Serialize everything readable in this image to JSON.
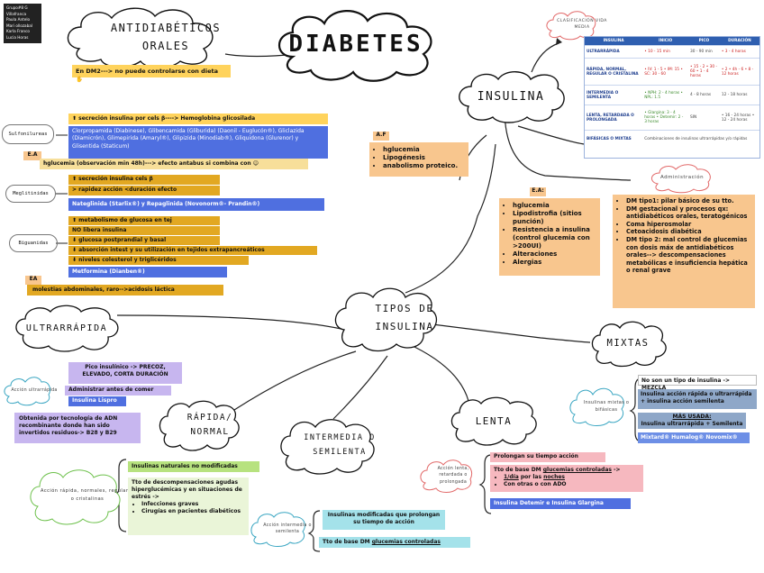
{
  "authors": [
    "Grupo#8 G",
    "Villafranca",
    "Paula Antelo",
    "Mari ollozabal",
    "Karla Franco",
    "Lucia Horas"
  ],
  "title": "DIABETES",
  "antidiabeticos": {
    "title": "ANTIDIABÉTICOS ORALES",
    "note": "En DM2---> no puede controlarse con dieta"
  },
  "sulfonilureas": {
    "label": "Sulfonilureas",
    "mechanism": "secreción insulina por cels β----> Hemoglobina glicosilada",
    "drugs": "Clorpropamida (Diabinese), Glibencamida (Gliburida) (Daonil - Euglucón®), Gliclazida (Diamicrón), Glimepirida (Amaryl®), Glipizida (Minodiab®), Gliquidona (Glurenor) y Glisentida (Staticum)",
    "ea_tag": "E.A",
    "ea": "hglucemia (observación min 48h)---> efecto antabus si combina con"
  },
  "meglitinidas": {
    "label": "Meglitinidas",
    "item1": "secreción insulina cels β",
    "item2": "> rapidez acción <duración efecto",
    "drugs": "Nateglinida (Starlix®) y Repaglinida (Novonorm®- Prandin®)"
  },
  "biguanidas": {
    "label": "Biguanidas",
    "item1": "metabolismo de glucosa en tej",
    "item2": "NO libera insulina",
    "item3": "glucosa postprandial y basal",
    "item4": "absorción intest y su utilización en tejidos extrapancreáticos",
    "item5": "niveles colesterol y triglicéridos",
    "drugs": "Metformina (Dianben®)",
    "ea_tag": "EA",
    "ea": "molestias abdominales, raro-->acidosis láctica"
  },
  "insulina": {
    "title": "INSULINA",
    "table_caption": "CLASIFICACIÓN VIDA MEDIA",
    "af_tag": "A.F",
    "af_items": [
      "hglucemia",
      "Lipogénesis",
      "anabolismo proteico."
    ],
    "ea_tag": "E.A:",
    "ea_items": [
      "hglucemia",
      "Lipodistrofia (sitios punción)",
      "Resistencia a insulina (control glucemia con >200UI)",
      "Alteraciones",
      "Alergias"
    ],
    "admin_label": "Administración",
    "admin_items": [
      "DM tipo1: pilar básico de su tto.",
      "DM gestacional y procesos qx: antidiabéticos orales, teratogénicos",
      "Coma hiperosmolar",
      "Cetoacidosis diabética",
      "DM tipo 2: mal control de glucemias con dosis máx de antidiabéticos orales--> descompensaciones metabólicas e insuficiencia hepática o renal grave"
    ]
  },
  "table": {
    "headers": [
      "INSULINA",
      "INICIO",
      "PICO",
      "DURACIÓN"
    ],
    "rows": [
      [
        "ULTRARRÁPIDA",
        "• 10 - 15 min",
        "30 - 90 min",
        "• 3 - 4 horas"
      ],
      [
        "RÁPIDA, NORMAL, REGULAR O CRISTALINA",
        "• IV: 1 - 5 • IM: 15 • SC: 30 - 60",
        "• 15 - 2 • 30 - 60 • 1 - 4 horas",
        "• 2 • 4h - 6 • 8 - 12 horas"
      ],
      [
        "INTERMEDIA O SEMILENTA",
        "• NPH: 2 - 4 horas • NPL: 1.5",
        "4 - 8 horas",
        "12 - 18 horas"
      ],
      [
        "LENTA, RETARDADA O PROLONGADA",
        "• Glargina: 3 - 4 horas • Detemir: 2 - 3 horas",
        "SIN",
        "• 16 - 24 horas • 12 - 24 horas"
      ],
      [
        "BIFÁSICAS O MIXTAS",
        "Combinaciones de insulinas ultrarrápidas y/o rápidas",
        "",
        ""
      ]
    ]
  },
  "tipos": {
    "title": "TIPOS DE INSULINA"
  },
  "ultrarrapida": {
    "title": "ULTRARRÁPIDA",
    "action_label": "Acción ultrarrápida",
    "item1": "Pico insulínico -> PRECOZ, ELEVADO, CORTA DURACIÓN",
    "item2": "Administrar antes de comer",
    "item3": "Insulina Lispro",
    "item4": "Obtenida por tecnología de ADN recombinante donde han sido invertidos residuos-> B28 y B29"
  },
  "rapida": {
    "title": "RÁPIDA/ NORMAL",
    "action_label": "Acción rápida, normales, regulares o cristalinas",
    "item1": "Insulinas naturales no modificadas",
    "item2": "Tto de descompensaciones agudas hiperglucémicas y en situaciones de estrés ->",
    "bullets": [
      "Infecciones graves",
      "Cirugías en pacientes diabéticos"
    ]
  },
  "intermedia": {
    "title": "INTERMEDIA O SEMILENTA",
    "action_label": "Acción intermedia o semilenta",
    "item1": "Insulinas modificadas que prolongan su tiempo de acción",
    "item2_prefix": "Tto de base DM",
    "item2_underline": "glucemias controladas"
  },
  "lenta": {
    "title": "LENTA",
    "action_label": "Acción lenta, retardada o prolongada",
    "item1": "Prolongan su tiempo acción",
    "item2_prefix": "Tto de base DM",
    "item2_underline": "glucemias controladas",
    "item2_suffix": "->",
    "bullet1_a": "1/día",
    "bullet1_b": "por las",
    "bullet1_c": "noches",
    "bullet2": "Con otras o con ADO",
    "item3": "Insulina Detemir e Insulina Glargina"
  },
  "mixtas": {
    "title": "MIXTAS",
    "action_label": "Insulinas mixtas o bifásicas",
    "item1": "No son un tipo de insulina -> MEZCLA",
    "item2": "Insulina acción rápida o ultrarrápida + insulina acción semilenta",
    "item3_title": "MÁS USADA:",
    "item3": "Insulina ultrarrápida + Semilenta",
    "item4": "Mixtard® Humalog® Novomix®"
  }
}
